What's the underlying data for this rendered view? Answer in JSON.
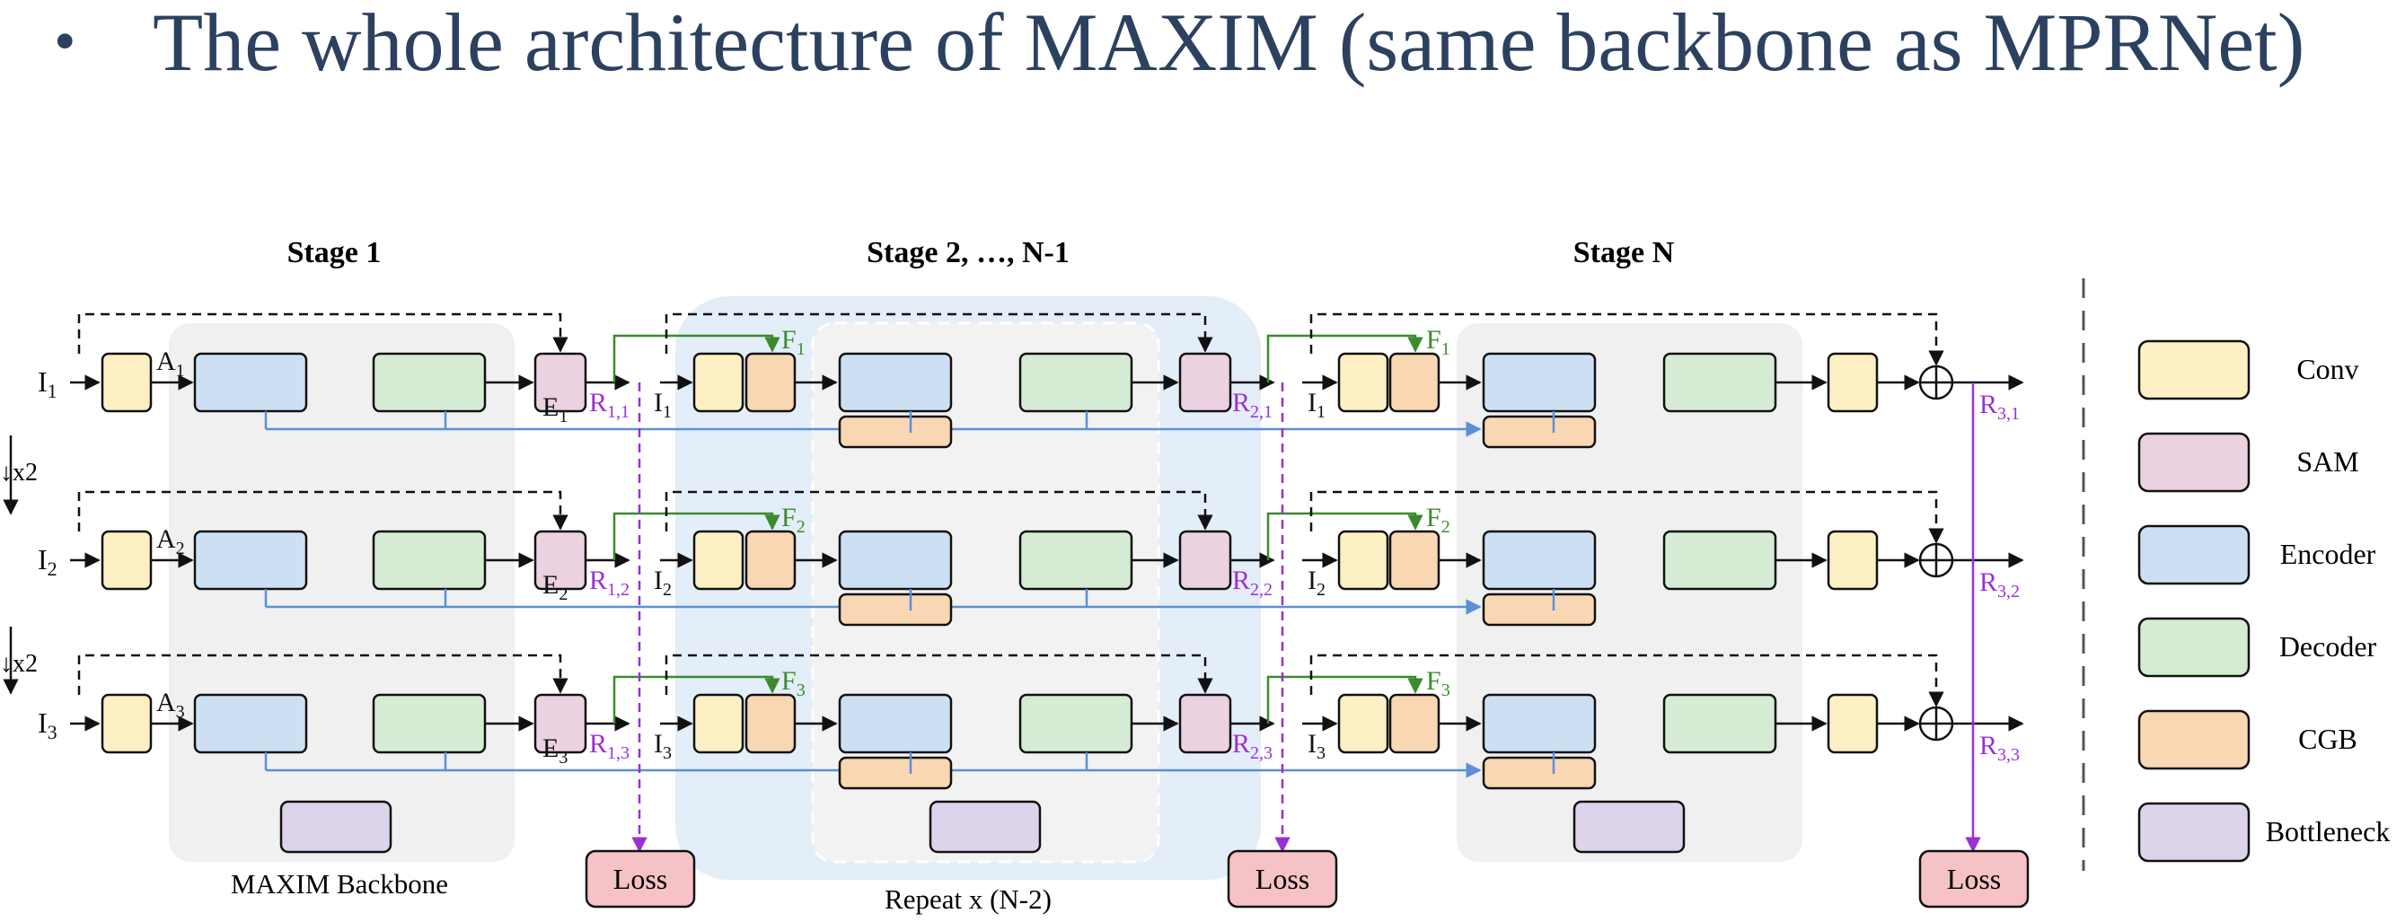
{
  "title": {
    "bullet": "•",
    "text": "The whole architecture of MAXIM (same backbone as MPRNet)"
  },
  "stages": [
    {
      "title": "Stage 1",
      "caption": "MAXIM Backbone"
    },
    {
      "title": "Stage 2, …, N-1",
      "caption": "Repeat x (N-2)"
    },
    {
      "title": "Stage N"
    }
  ],
  "downsample_label": "↓x2",
  "loss_label": "Loss",
  "stage1_labels": {
    "inputs": [
      "I1",
      "I2",
      "I3"
    ],
    "a": [
      "A1",
      "A2",
      "A3"
    ],
    "e": [
      "E1",
      "E2",
      "E3"
    ],
    "r": [
      "R1,1",
      "R1,2",
      "R1,3"
    ]
  },
  "stage2_labels": {
    "inputs": [
      "I1",
      "I2",
      "I3"
    ],
    "f": [
      "F1",
      "F2",
      "F3"
    ],
    "r": [
      "R2,1",
      "R2,2",
      "R2,3"
    ]
  },
  "stageN_labels": {
    "inputs": [
      "I1",
      "I2",
      "I3"
    ],
    "f": [
      "F1",
      "F2",
      "F3"
    ],
    "r": [
      "R3,1",
      "R3,2",
      "R3,3"
    ]
  },
  "legend": [
    {
      "label": "Conv",
      "color": "#fdf0c4"
    },
    {
      "label": "SAM",
      "color": "#ebd2e0"
    },
    {
      "label": "Encoder",
      "color": "#cde0f3"
    },
    {
      "label": "Decoder",
      "color": "#d6ebd3"
    },
    {
      "label": "CGB",
      "color": "#f9d7b3"
    },
    {
      "label": "Bottleneck",
      "color": "#ddd3eb"
    }
  ],
  "colors": {
    "loss": "#f5c2c6",
    "skip_arrow": "#5b8fd8",
    "feature_arrow": "#3c8a2e",
    "restored_label": "#9b2fd6",
    "title": "#2c4160"
  }
}
